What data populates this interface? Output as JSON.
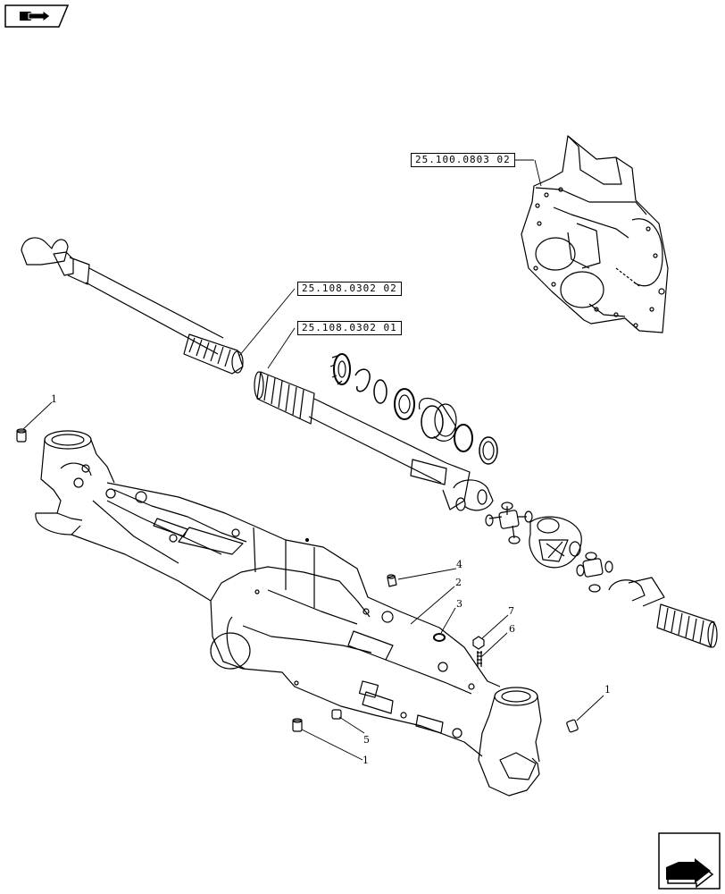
{
  "nav": {
    "top_icon": "book-arrow-icon",
    "bottom_icon": "return-arrow-icon"
  },
  "references": {
    "housing": "25.100.0803 02",
    "shaft_left": "25.108.0302 02",
    "shaft_right": "25.108.0302 01"
  },
  "callouts": {
    "c1a": "1",
    "c1b": "1",
    "c1c": "1",
    "c2": "2",
    "c3": "3",
    "c4": "4",
    "c5": "5",
    "c6": "6",
    "c7": "7"
  }
}
